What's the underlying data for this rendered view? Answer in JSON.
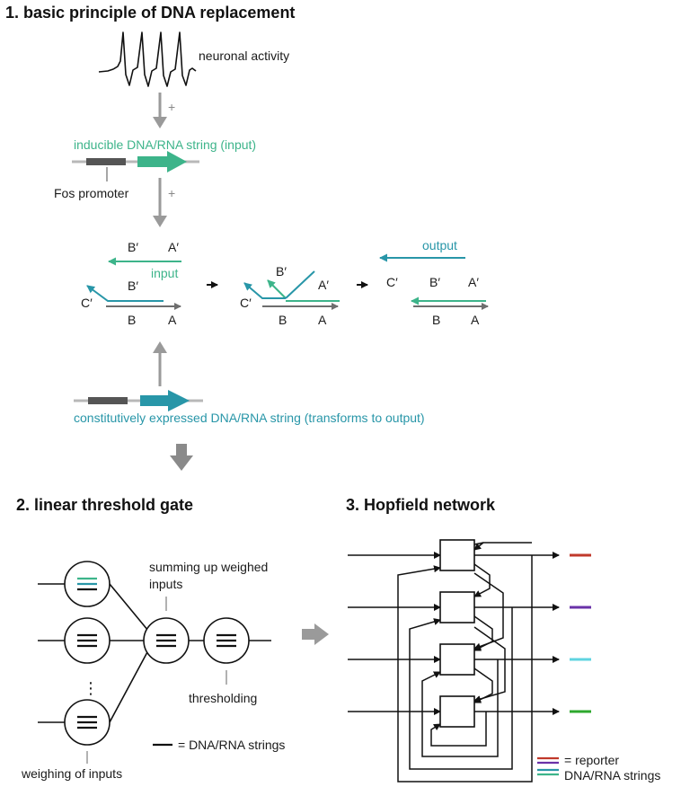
{
  "sections": {
    "s1_title": "1. basic principle of DNA replacement",
    "s2_title": "2. linear threshold gate",
    "s3_title": "3. Hopfield network"
  },
  "panel1": {
    "neuronal_activity": "neuronal activity",
    "plus": "+",
    "input_string": "inducible DNA/RNA string (input)",
    "fos_promoter": "Fos promoter",
    "input": "input",
    "output": "output",
    "constitutive_string": "constitutively expressed DNA/RNA string (transforms to output)",
    "strand_labels": {
      "a": "A",
      "b": "B",
      "a_prime": "A′",
      "b_prime": "B′",
      "c_prime": "C′"
    }
  },
  "panel2": {
    "summing": "summing up  weighed",
    "inputs": "inputs",
    "thresholding": "thresholding",
    "weighing": "weighing of inputs",
    "ellipsis": "⋮",
    "legend": "= DNA/RNA strings"
  },
  "panel3": {
    "legend_reporter": "= reporter",
    "legend_strings": "DNA/RNA strings"
  },
  "colors": {
    "green": "#3db48a",
    "teal": "#2896a8",
    "gray_arrow": "#9a9a9a",
    "dark": "#111111",
    "promoter": "#555555",
    "reporter_red": "#c0392b",
    "reporter_purple": "#6a32a8",
    "reporter_cyan": "#5fd4e0",
    "reporter_green": "#2ea82e"
  }
}
